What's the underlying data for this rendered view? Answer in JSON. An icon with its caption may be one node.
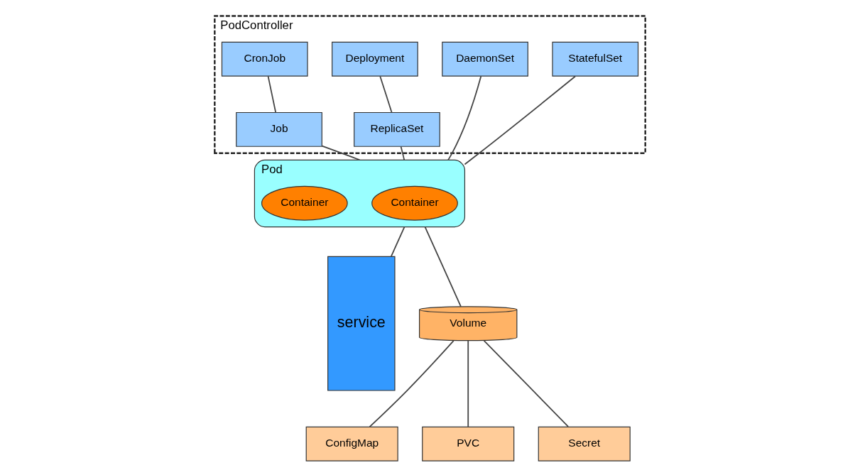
{
  "diagram": {
    "nodes": [
      {
        "text": [
          "PodController"
        ]
      },
      {
        "text": [
          "Deployment"
        ],
        "in": 0
      },
      {
        "text": [
          "CronJob"
        ],
        "in": 0
      },
      {
        "text": [
          "DaemonSet"
        ],
        "in": 0
      },
      {
        "text": [
          "ReplicaSet"
        ],
        "in": 0
      },
      {
        "text": [
          "Job"
        ],
        "in": 0
      },
      {
        "text": [
          "StatefulSet"
        ],
        "in": 0
      },
      {
        "text": [
          "service"
        ]
      },
      {
        "text": [
          "Pod"
        ]
      },
      {
        "text": [
          "Container"
        ],
        "in": 8
      },
      {
        "text": [
          "Container"
        ],
        "in": 8
      },
      {
        "text": [
          "Volume"
        ]
      },
      {
        "text": [
          "ConfigMap"
        ]
      },
      {
        "text": [
          "PVC"
        ]
      },
      {
        "text": [
          "Secret"
        ]
      }
    ],
    "edges": [
      {
        "from": 1,
        "to": 4,
        "arrow": "none"
      },
      {
        "from": 2,
        "to": 5,
        "arrow": "none"
      },
      {
        "from": 3,
        "to": 8,
        "arrow": "none"
      },
      {
        "from": 4,
        "to": 8,
        "arrow": "none"
      },
      {
        "from": 5,
        "to": 8,
        "arrow": "none"
      },
      {
        "from": 6,
        "to": 8,
        "arrow": "none"
      },
      {
        "from": 8,
        "to": 7,
        "arrow": "none"
      },
      {
        "from": 8,
        "to": 11,
        "arrow": "none"
      },
      {
        "from": 11,
        "to": 12,
        "arrow": "none"
      },
      {
        "from": 11,
        "to": 13,
        "arrow": "none"
      },
      {
        "from": 11,
        "to": 14,
        "arrow": "none"
      }
    ]
  }
}
